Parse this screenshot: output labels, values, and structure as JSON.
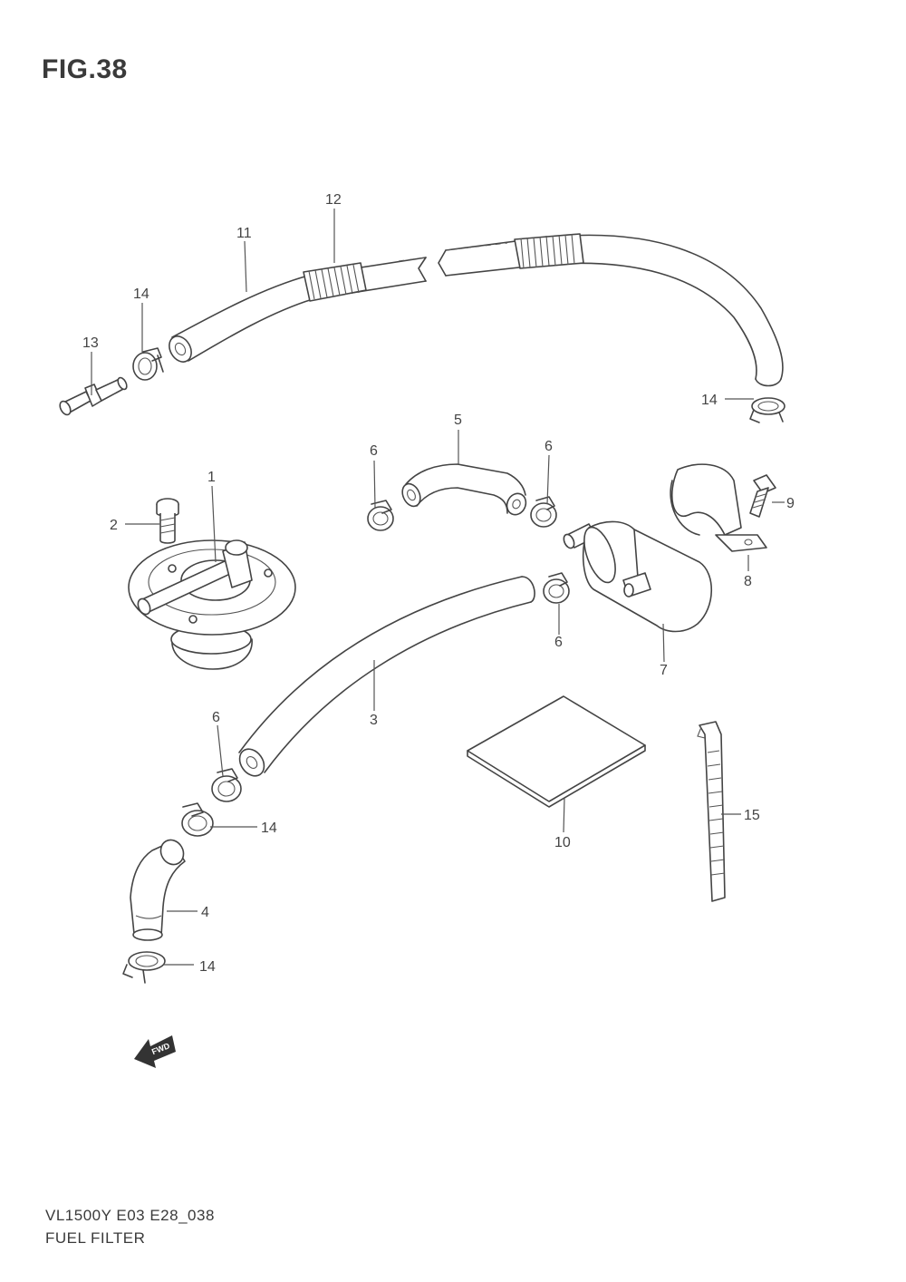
{
  "figure": {
    "title": "FIG.38"
  },
  "footer": {
    "model_code": "VL1500Y  E03  E28_038",
    "name": "FUEL FILTER"
  },
  "fwd_label": "FWD",
  "callouts": {
    "c1": "1",
    "c2": "2",
    "c3": "3",
    "c4": "4",
    "c5": "5",
    "c6a": "6",
    "c6b": "6",
    "c6c": "6",
    "c6d": "6",
    "c7": "7",
    "c8": "8",
    "c9": "9",
    "c10": "10",
    "c11": "11",
    "c12": "12",
    "c13": "13",
    "c14a": "14",
    "c14b": "14",
    "c14c": "14",
    "c14d": "14",
    "c15": "15"
  }
}
